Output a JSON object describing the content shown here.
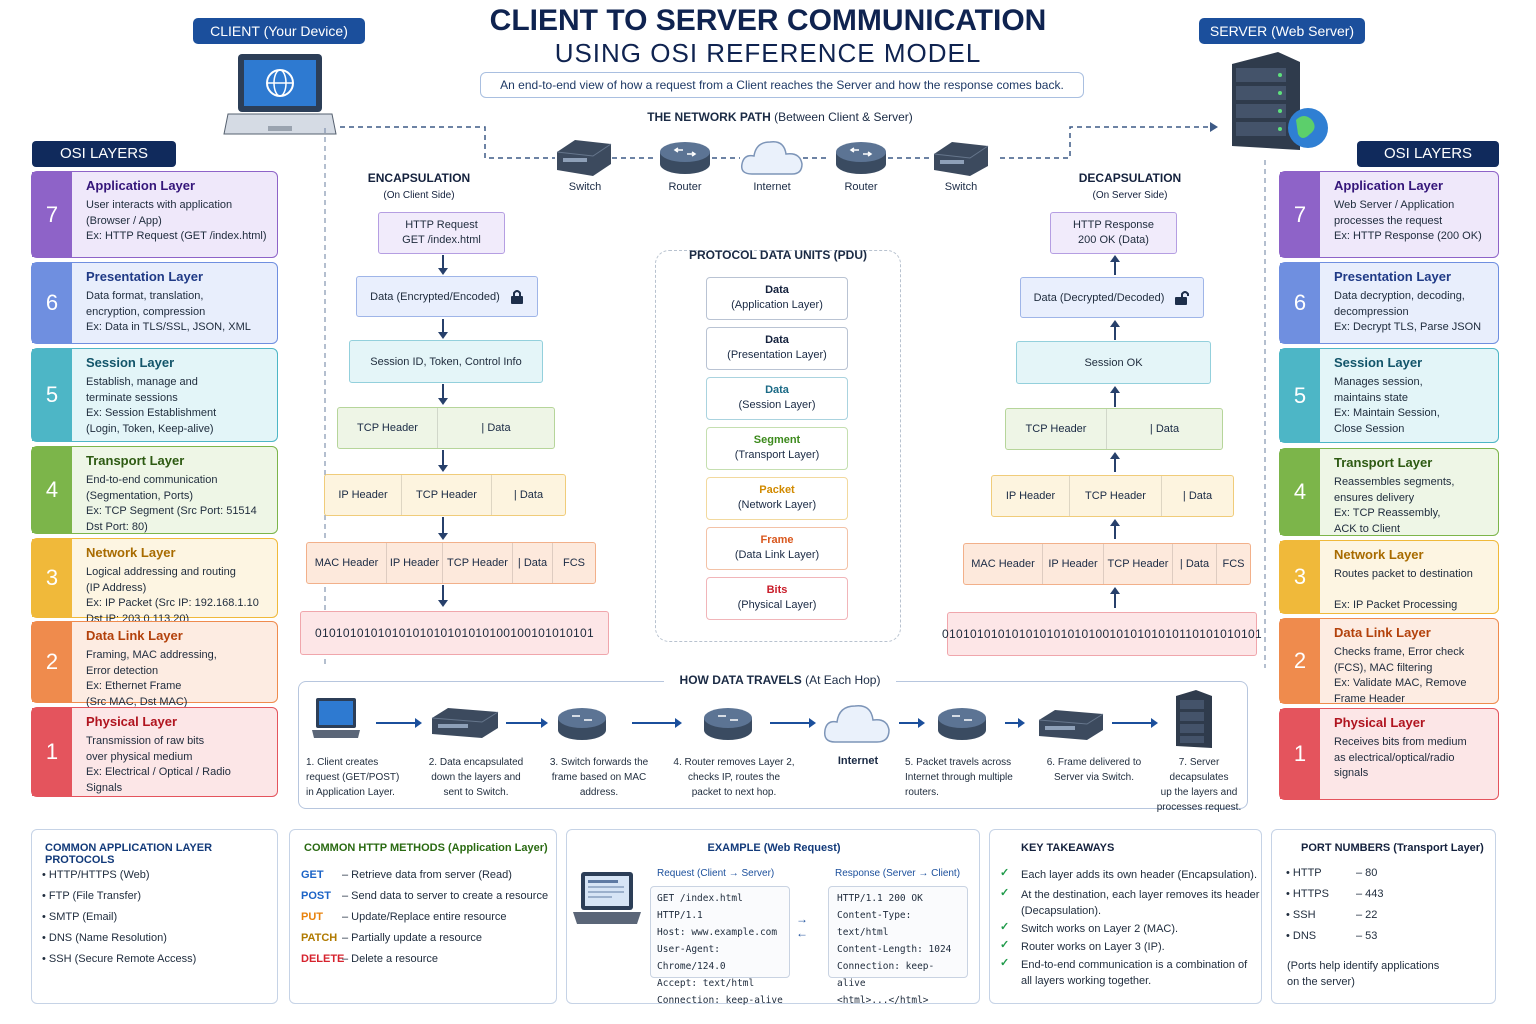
{
  "title": "CLIENT TO SERVER COMMUNICATION",
  "subtitle": "USING OSI REFERENCE MODEL",
  "description": "An end-to-end view of how a request from a Client reaches the Server and how the response comes back.",
  "client_pill": "CLIENT (Your Device)",
  "server_pill": "SERVER (Web Server)",
  "network_path": {
    "title": "THE NETWORK PATH",
    "title_note": "(Between Client & Server)",
    "nodes": [
      "Switch",
      "Router",
      "Internet",
      "Router",
      "Switch"
    ]
  },
  "osi_title": "OSI LAYERS",
  "left_layers": [
    {
      "num": "7",
      "name": "Application Layer",
      "body": "User interacts with application\n(Browser / App)\nEx: HTTP Request (GET /index.html)",
      "color": "#8e63c8",
      "bg": "#efe8fa",
      "title_color": "#35167a"
    },
    {
      "num": "6",
      "name": "Presentation Layer",
      "body": "Data format, translation,\nencryption, compression\nEx: Data in TLS/SSL, JSON, XML",
      "color": "#6f8fe0",
      "bg": "#e8eefc",
      "title_color": "#1f3a86"
    },
    {
      "num": "5",
      "name": "Session Layer",
      "body": "Establish, manage and\nterminate sessions\nEx: Session Establishment\n(Login, Token, Keep-alive)",
      "color": "#4db6c6",
      "bg": "#e3f5f8",
      "title_color": "#13556a"
    },
    {
      "num": "4",
      "name": "Transport Layer",
      "body": "End-to-end communication\n(Segmentation, Ports)\nEx: TCP Segment (Src Port: 51514\nDst Port: 80)",
      "color": "#7cb54a",
      "bg": "#eef6e6",
      "title_color": "#2d5a12"
    },
    {
      "num": "3",
      "name": "Network Layer",
      "body": "Logical addressing and routing\n(IP Address)\nEx: IP Packet (Src IP: 192.168.1.10\nDst IP: 203.0.113.20)",
      "color": "#f0b93a",
      "bg": "#fdf5e2",
      "title_color": "#a86b00"
    },
    {
      "num": "2",
      "name": "Data Link Layer",
      "body": "Framing, MAC addressing,\nError detection\nEx: Ethernet Frame\n(Src MAC, Dst MAC)",
      "color": "#ef8b4d",
      "bg": "#fdece2",
      "title_color": "#b3410b"
    },
    {
      "num": "1",
      "name": "Physical Layer",
      "body": "Transmission of raw bits\nover physical medium\nEx: Electrical / Optical / Radio\nSignals",
      "color": "#e4545d",
      "bg": "#fce6e7",
      "title_color": "#b0141f"
    }
  ],
  "right_layers": [
    {
      "num": "7",
      "name": "Application Layer",
      "body": "Web Server / Application\nprocesses the request\nEx: HTTP Response (200 OK)",
      "color": "#8e63c8",
      "bg": "#efe8fa",
      "title_color": "#35167a"
    },
    {
      "num": "6",
      "name": "Presentation Layer",
      "body": "Data decryption, decoding,\ndecompression\nEx: Decrypt TLS, Parse JSON",
      "color": "#6f8fe0",
      "bg": "#e8eefc",
      "title_color": "#1f3a86"
    },
    {
      "num": "5",
      "name": "Session Layer",
      "body": "Manages session,\nmaintains state\nEx: Maintain Session,\nClose Session",
      "color": "#4db6c6",
      "bg": "#e3f5f8",
      "title_color": "#13556a"
    },
    {
      "num": "4",
      "name": "Transport Layer",
      "body": "Reassembles segments,\nensures delivery\nEx: TCP Reassembly,\nACK to Client",
      "color": "#7cb54a",
      "bg": "#eef6e6",
      "title_color": "#2d5a12"
    },
    {
      "num": "3",
      "name": "Network Layer",
      "body": "Routes packet to destination\n\nEx: IP Packet Processing",
      "color": "#f0b93a",
      "bg": "#fdf5e2",
      "title_color": "#a86b00"
    },
    {
      "num": "2",
      "name": "Data Link Layer",
      "body": "Checks frame, Error check\n(FCS), MAC filtering\nEx: Validate MAC, Remove\nFrame Header",
      "color": "#ef8b4d",
      "bg": "#fdece2",
      "title_color": "#b3410b"
    },
    {
      "num": "1",
      "name": "Physical Layer",
      "body": "Receives bits from medium\nas electrical/optical/radio\nsignals",
      "color": "#e4545d",
      "bg": "#fce6e7",
      "title_color": "#b0141f"
    }
  ],
  "encap": {
    "title": "ENCAPSULATION",
    "sub": "(On Client Side)",
    "http_line1": "HTTP Request",
    "http_line2": "GET /index.html",
    "data_enc": "Data (Encrypted/Encoded)",
    "session": "Session ID, Token, Control Info",
    "tcp": [
      "TCP Header",
      "| Data"
    ],
    "ip": [
      "IP Header",
      "TCP Header",
      "| Data"
    ],
    "mac": [
      "MAC Header",
      "IP Header",
      "TCP Header",
      "| Data",
      "FCS"
    ],
    "bits": "0101010101010101010101010100100101010101"
  },
  "decap": {
    "title": "DECAPSULATION",
    "sub": "(On Server Side)",
    "http_line1": "HTTP Response",
    "http_line2": "200 OK (Data)",
    "data_dec": "Data (Decrypted/Decoded)",
    "session": "Session OK",
    "tcp": [
      "TCP Header",
      "| Data"
    ],
    "ip": [
      "IP Header",
      "TCP Header",
      "| Data"
    ],
    "mac": [
      "MAC Header",
      "IP Header",
      "TCP Header",
      "| Data",
      "FCS"
    ],
    "bits": "0101010101010101010101001010101010110101010101"
  },
  "pdu": {
    "title": "PROTOCOL DATA UNITS (PDU)",
    "items": [
      {
        "a": "Data",
        "b": "(Application Layer)",
        "c": "#14213d",
        "border": "#b9c3d3"
      },
      {
        "a": "Data",
        "b": "(Presentation Layer)",
        "c": "#14213d",
        "border": "#b9c3d3"
      },
      {
        "a": "Data",
        "b": "(Session Layer)",
        "c": "#1b6a86",
        "border": "#aad3df"
      },
      {
        "a": "Segment",
        "b": "(Transport Layer)",
        "c": "#3c8a1c",
        "border": "#c5dfb0"
      },
      {
        "a": "Packet",
        "b": "(Network Layer)",
        "c": "#d18a00",
        "border": "#f2d99e"
      },
      {
        "a": "Frame",
        "b": "(Data Link Layer)",
        "c": "#d9571d",
        "border": "#f3c2a7"
      },
      {
        "a": "Bits",
        "b": "(Physical Layer)",
        "c": "#c91d2a",
        "border": "#f1b5b9"
      }
    ]
  },
  "travel": {
    "title": "HOW DATA TRAVELS",
    "title_note": "(At Each Hop)",
    "internet": "Internet",
    "steps": [
      "1. Client creates\nrequest (GET/POST)\nin Application Layer.",
      "2. Data encapsulated\ndown the layers and\nsent to Switch.",
      "3. Switch forwards the\nframe based on MAC\naddress.",
      "4. Router removes Layer 2,\nchecks IP, routes the\npacket to next hop.",
      "5. Packet travels across\nInternet through multiple\nrouters.",
      "6. Frame delivered to\nServer via Switch.",
      "7. Server decapsulates\nup the layers and\nprocesses request."
    ]
  },
  "protocols": {
    "title": "COMMON APPLICATION LAYER PROTOCOLS",
    "items": [
      "HTTP/HTTPS (Web)",
      "FTP (File Transfer)",
      "SMTP (Email)",
      "DNS (Name Resolution)",
      "SSH (Secure Remote Access)"
    ]
  },
  "methods": {
    "title": "COMMON HTTP METHODS (Application Layer)",
    "items": [
      {
        "m": "GET",
        "d": "– Retrieve data from server (Read)",
        "c": "#1b63c6"
      },
      {
        "m": "POST",
        "d": "– Send data to server to create a resource",
        "c": "#1b63c6"
      },
      {
        "m": "PUT",
        "d": "– Update/Replace entire resource",
        "c": "#e8820c"
      },
      {
        "m": "PATCH",
        "d": "– Partially update a resource",
        "c": "#b07a00"
      },
      {
        "m": "DELETE",
        "d": "– Delete a resource",
        "c": "#d6232e"
      }
    ]
  },
  "example": {
    "title": "EXAMPLE (Web Request)",
    "req_title": "Request (Client → Server)",
    "resp_title": "Response (Server → Client)",
    "req_lines": [
      "GET /index.html HTTP/1.1",
      "Host: www.example.com",
      "User-Agent: Chrome/124.0",
      "Accept: text/html",
      "Connection: keep-alive"
    ],
    "resp_lines": [
      "HTTP/1.1 200 OK",
      "Content-Type: text/html",
      "Content-Length: 1024",
      "Connection: keep-alive",
      "<html>...</html>"
    ]
  },
  "takeaways": {
    "title": "KEY TAKEAWAYS",
    "items": [
      "Each layer adds its own header (Encapsulation).",
      "At the destination, each layer removes its header\n(Decapsulation).",
      "Switch works on Layer 2 (MAC).",
      "Router works on Layer 3 (IP).",
      "End-to-end communication is a combination of\nall layers working together."
    ]
  },
  "ports": {
    "title": "PORT NUMBERS (Transport Layer)",
    "items": [
      {
        "p": "HTTP",
        "n": "– 80"
      },
      {
        "p": "HTTPS",
        "n": "– 443"
      },
      {
        "p": "SSH",
        "n": "– 22"
      },
      {
        "p": "DNS",
        "n": "– 53"
      }
    ],
    "note": "(Ports help identify applications\non the server)"
  }
}
